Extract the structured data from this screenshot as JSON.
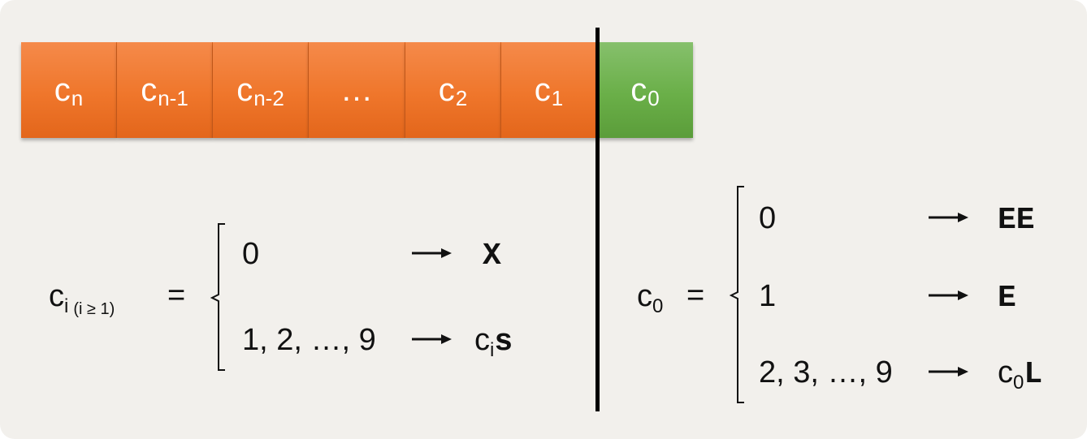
{
  "digits": [
    {
      "base": "c",
      "sub": "n",
      "color": "orange"
    },
    {
      "base": "c",
      "sub": "n-1",
      "color": "orange"
    },
    {
      "base": "c",
      "sub": "n-2",
      "color": "orange"
    },
    {
      "base": "…",
      "sub": "",
      "color": "orange"
    },
    {
      "base": "c",
      "sub": "2",
      "color": "orange"
    },
    {
      "base": "c",
      "sub": "1",
      "color": "orange"
    },
    {
      "base": "c",
      "sub": "0",
      "color": "green"
    }
  ],
  "left_rule": {
    "lhs_base": "c",
    "lhs_sub": "i",
    "lhs_cond": "(i ≥ 1)",
    "equals": "=",
    "cases": [
      {
        "input": "0",
        "output_prefix": "",
        "output_sub": "",
        "output_code": "X"
      },
      {
        "input": "1, 2, …, 9",
        "output_prefix": "c",
        "output_sub": "i",
        "output_code": "s"
      }
    ]
  },
  "right_rule": {
    "lhs_base": "c",
    "lhs_sub": "0",
    "equals": "=",
    "cases": [
      {
        "input": "0",
        "output_prefix": "",
        "output_sub": "",
        "output_code": "EE"
      },
      {
        "input": "1",
        "output_prefix": "",
        "output_sub": "",
        "output_code": "E"
      },
      {
        "input": "2, 3, …, 9",
        "output_prefix": "c",
        "output_sub": "0",
        "output_code": "L"
      }
    ]
  },
  "colors": {
    "orange": "#ef762b",
    "green": "#6aaf48",
    "background": "#f2f0ec",
    "ink": "#111111"
  }
}
